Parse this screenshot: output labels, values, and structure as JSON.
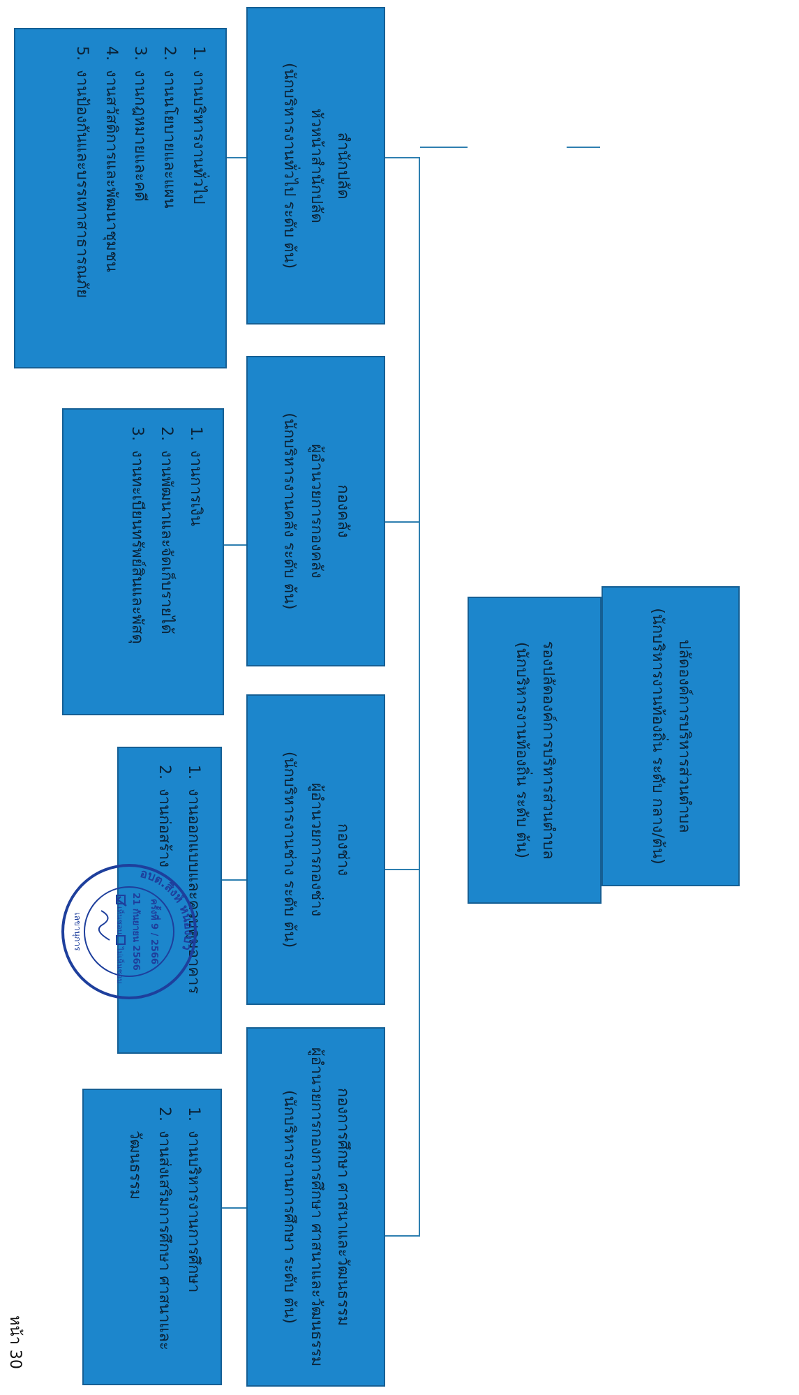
{
  "page_number": "หน้า 30",
  "chart": {
    "top": {
      "line1": "ปลัดองค์การบริหารส่วนตำบล",
      "line2": "(นักบริหารงานท้องถิ่น ระดับ กลาง/ต้น)"
    },
    "deputy": {
      "line1": "รองปลัดองค์การบริหารส่วนตำบล",
      "line2": "(นักบริหารงานท้องถิ่น ระดับ ต้น)"
    },
    "divisions": [
      {
        "line1": "สำนักปลัด",
        "line2": "หัวหน้าสำนักปลัด",
        "line3": "(นักบริหารงานทั่วไป ระดับ ต้น)",
        "tasks": [
          "งานบริหารงานทั่วไป",
          "งานนโยบายและแผน",
          "งานกฎหมายและคดี",
          "งานสวัสดิการและพัฒนาชุมชน",
          "งานป้องกันและบรรเทาสาธารณภัย"
        ]
      },
      {
        "line1": "กองคลัง",
        "line2": "ผู้อำนวยการกองคลัง",
        "line3": "(นักบริหารงานคลัง ระดับ ต้น)",
        "tasks": [
          "งานการเงิน",
          "งานพัฒนาและจัดเก็บรายได้",
          "งานทะเบียนทรัพย์สินและพัสดุ"
        ]
      },
      {
        "line1": "กองช่าง",
        "line2": "ผู้อำนวยการกองช่าง",
        "line3": "(นักบริหารงานช่าง ระดับ ต้น)",
        "tasks": [
          "งานออกแบบและควบคุมอาคาร",
          "งานก่อสร้าง"
        ]
      },
      {
        "line1": "กองการศึกษา ศาสนาและวัฒนธรรม",
        "line2": "ผู้อำนวยการกองการศึกษา ศาสนาและวัฒนธรรม",
        "line3": "(นักบริหารงานการศึกษา ระดับ ต้น)",
        "tasks": [
          "งานบริหารงานการศึกษา",
          "งานส่งเสริมการศึกษา ศาสนาและวัฒนธรรม"
        ]
      }
    ]
  },
  "stamp": {
    "ring": "อบต.สิงห์ หนองบัว",
    "meeting": "ครั้งที่ 9 / 2566",
    "date": "21 กันยายน 2566",
    "agree": "เห็นชอบ",
    "disagree": "ไม่เห็นชอบ",
    "footer": "เลขานุการ"
  }
}
